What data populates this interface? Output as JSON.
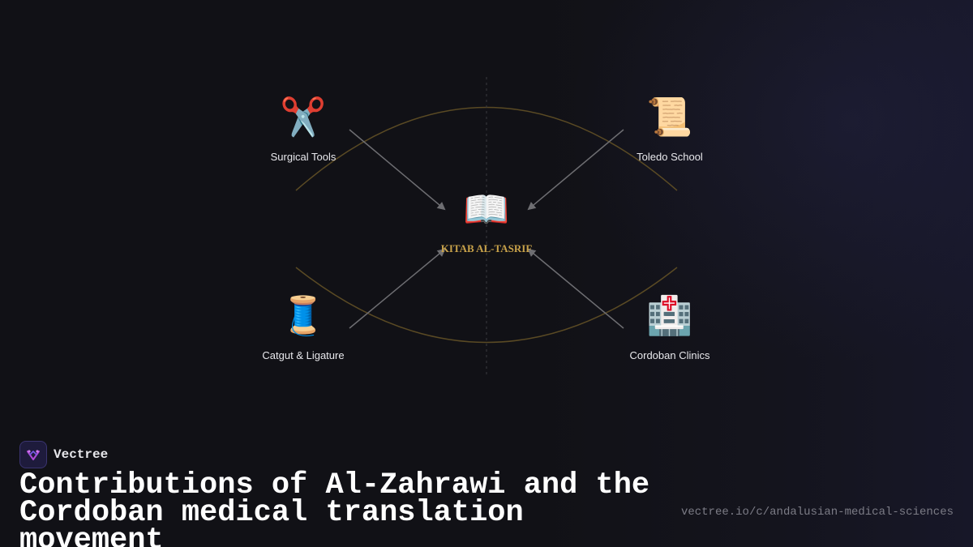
{
  "diagram": {
    "center": {
      "icon": "open-book-icon",
      "glyph": "📖",
      "label": "KITAB AL-TASRIF"
    },
    "nodes": [
      {
        "id": "surgical-tools",
        "icon": "scissors-icon",
        "glyph": "✂️",
        "label": "Surgical Tools"
      },
      {
        "id": "toledo-school",
        "icon": "scroll-icon",
        "glyph": "📜",
        "label": "Toledo School"
      },
      {
        "id": "catgut-ligature",
        "icon": "thread-spool-icon",
        "glyph": "🧵",
        "label": "Catgut & Ligature"
      },
      {
        "id": "cordoban-clinics",
        "icon": "hospital-icon",
        "glyph": "🏥",
        "label": "Cordoban Clinics"
      }
    ],
    "colors": {
      "accent_gold": "#c8a24a",
      "arc": "#5a4a24",
      "arrow": "#6e6e72",
      "background": "#111116"
    }
  },
  "footer": {
    "brand_name": "Vectree",
    "brand_icon": "vectree-logo-icon",
    "title_line1": "Contributions of Al-Zahrawi and the",
    "title_line2": "Cordoban medical translation movement",
    "url": "vectree.io/c/andalusian-medical-sciences"
  }
}
